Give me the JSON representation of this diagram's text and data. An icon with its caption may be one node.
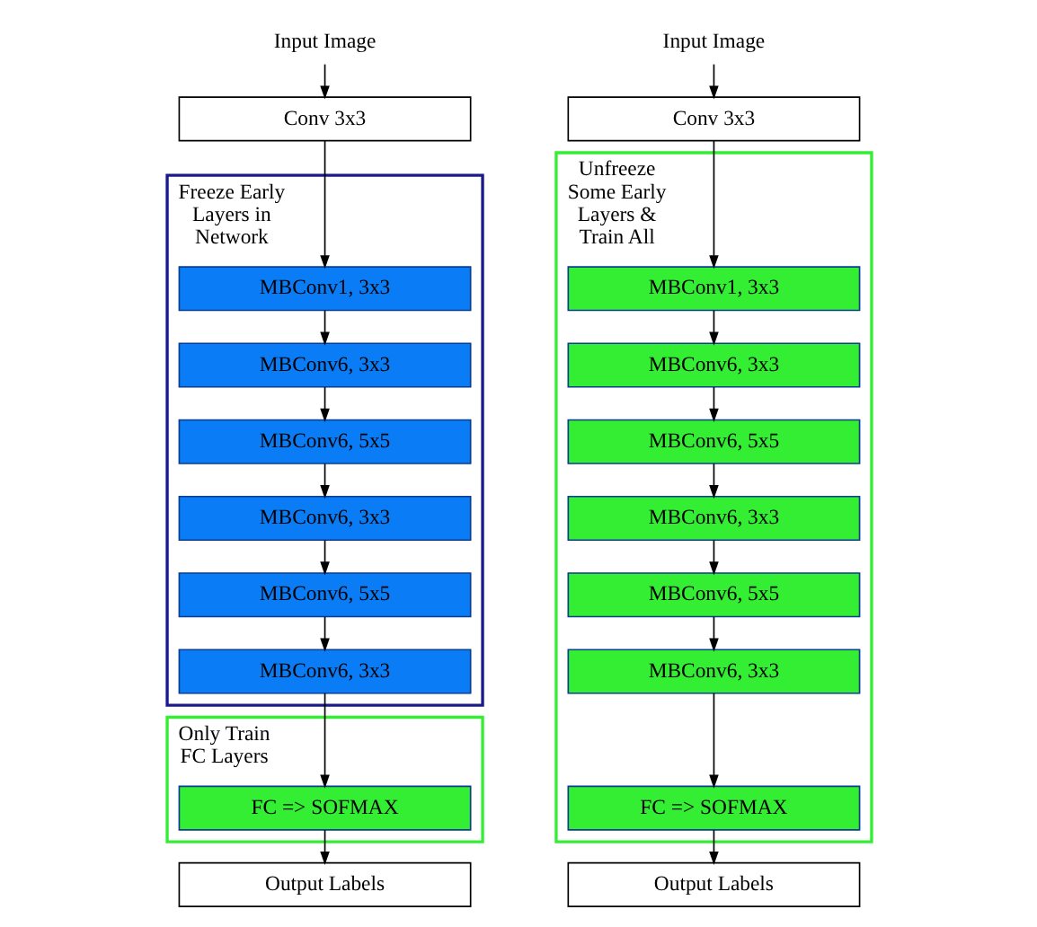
{
  "diagram": {
    "nodes": [
      {
        "text": [
          "Input Image"
        ]
      },
      {
        "text": [
          "Conv 3x3"
        ]
      },
      {
        "text": [
          "Freeze Early Layers in Network"
        ]
      },
      {
        "text": [
          "MBConv1, 3x3"
        ],
        "in": 2
      },
      {
        "text": [
          "MBConv6, 3x3"
        ],
        "in": 2
      },
      {
        "text": [
          "MBConv6, 5x5"
        ],
        "in": 2
      },
      {
        "text": [
          "MBConv6, 3x3"
        ],
        "in": 2
      },
      {
        "text": [
          "MBConv6, 5x5"
        ],
        "in": 2
      },
      {
        "text": [
          "MBConv6, 3x3"
        ],
        "in": 2
      },
      {
        "text": [
          "Only Train FC Layers"
        ]
      },
      {
        "text": [
          "FC => SOFMAX"
        ],
        "in": 9
      },
      {
        "text": [
          "Output Labels"
        ]
      },
      {
        "text": [
          "Input Image"
        ]
      },
      {
        "text": [
          "Conv 3x3"
        ]
      },
      {
        "text": [
          "Unfreeze Some Early Layers & Train All"
        ]
      },
      {
        "text": [
          "MBConv1, 3x3"
        ],
        "in": 14
      },
      {
        "text": [
          "MBConv6, 3x3"
        ],
        "in": 14
      },
      {
        "text": [
          "MBConv6, 5x5"
        ],
        "in": 14
      },
      {
        "text": [
          "MBConv6, 3x3"
        ],
        "in": 14
      },
      {
        "text": [
          "MBConv6, 5x5"
        ],
        "in": 14
      },
      {
        "text": [
          "MBConv6, 3x3"
        ],
        "in": 14
      },
      {
        "text": [
          "FC => SOFMAX"
        ],
        "in": 14
      },
      {
        "text": [
          "Output Labels"
        ]
      }
    ],
    "edges": [
      {
        "from": 0,
        "to": 1,
        "arrow": "to"
      },
      {
        "from": 1,
        "to": 3,
        "arrow": "to"
      },
      {
        "from": 3,
        "to": 4,
        "arrow": "to"
      },
      {
        "from": 4,
        "to": 5,
        "arrow": "to"
      },
      {
        "from": 5,
        "to": 6,
        "arrow": "to"
      },
      {
        "from": 6,
        "to": 7,
        "arrow": "to"
      },
      {
        "from": 7,
        "to": 8,
        "arrow": "to"
      },
      {
        "from": 8,
        "to": 10,
        "arrow": "to"
      },
      {
        "from": 10,
        "to": 11,
        "arrow": "to"
      },
      {
        "from": 12,
        "to": 13,
        "arrow": "to"
      },
      {
        "from": 13,
        "to": 15,
        "arrow": "to"
      },
      {
        "from": 15,
        "to": 16,
        "arrow": "to"
      },
      {
        "from": 16,
        "to": 17,
        "arrow": "to"
      },
      {
        "from": 17,
        "to": 18,
        "arrow": "to"
      },
      {
        "from": 18,
        "to": 19,
        "arrow": "to"
      },
      {
        "from": 19,
        "to": 20,
        "arrow": "to"
      },
      {
        "from": 20,
        "to": 21,
        "arrow": "to"
      },
      {
        "from": 21,
        "to": 22,
        "arrow": "to"
      }
    ]
  }
}
